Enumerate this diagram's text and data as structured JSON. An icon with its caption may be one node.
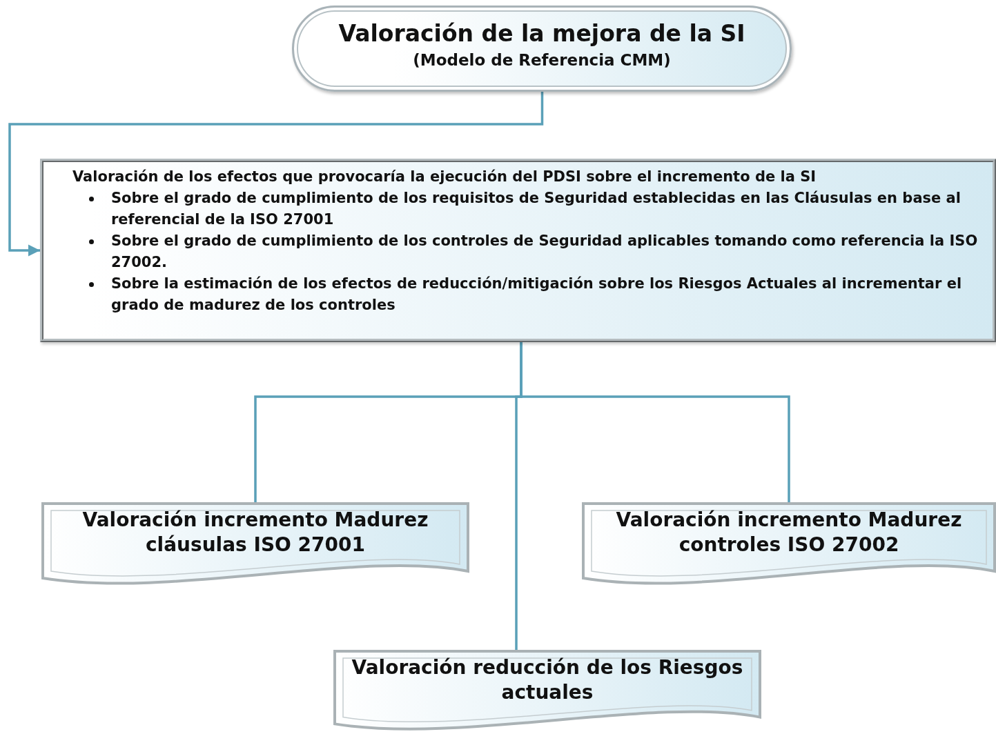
{
  "diagram": {
    "nodes": [
      {
        "text": [
          "Valoración de la mejora de la SI",
          "(Modelo de Referencia CMM)"
        ]
      },
      {
        "text": [
          "Valoración de los efectos que provocaría la ejecución del PDSI sobre el incremento de la SI",
          "Sobre el grado de cumplimiento de los requisitos de Seguridad establecidas en las Cláusulas en base al referencial de la ISO 27001",
          "Sobre el grado de cumplimiento de los controles de Seguridad aplicables tomando como referencia la ISO 27002.",
          "Sobre la estimación de los efectos de reducción/mitigación sobre los Riesgos Actuales al incrementar el grado de madurez de los controles"
        ]
      },
      {
        "text": [
          "Valoración incremento Madurez cláusulas ISO 27001"
        ]
      },
      {
        "text": [
          "Valoración incremento Madurez controles ISO 27002"
        ]
      },
      {
        "text": [
          "Valoración reducción de los Riesgos actuales"
        ]
      }
    ],
    "edges": [
      {
        "from": 0,
        "to": 1,
        "arrow": "to"
      },
      {
        "from": 1,
        "to": 2,
        "arrow": "none"
      },
      {
        "from": 1,
        "to": 3,
        "arrow": "none"
      },
      {
        "from": 1,
        "to": 4,
        "arrow": "none"
      }
    ]
  }
}
